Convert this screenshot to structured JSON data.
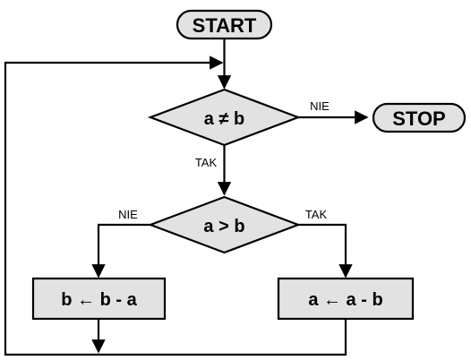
{
  "nodes": {
    "start": "START",
    "stop": "STOP",
    "cond_neq": "a ≠ b",
    "cond_gt": "a > b",
    "op_b": "b ← b - a",
    "op_a": "a ← a - b"
  },
  "edge_labels": {
    "neq_no": "NIE",
    "neq_yes": "TAK",
    "gt_no": "NIE",
    "gt_yes": "TAK"
  },
  "colors": {
    "fill": "#e2e2e2",
    "stroke": "#000000"
  }
}
